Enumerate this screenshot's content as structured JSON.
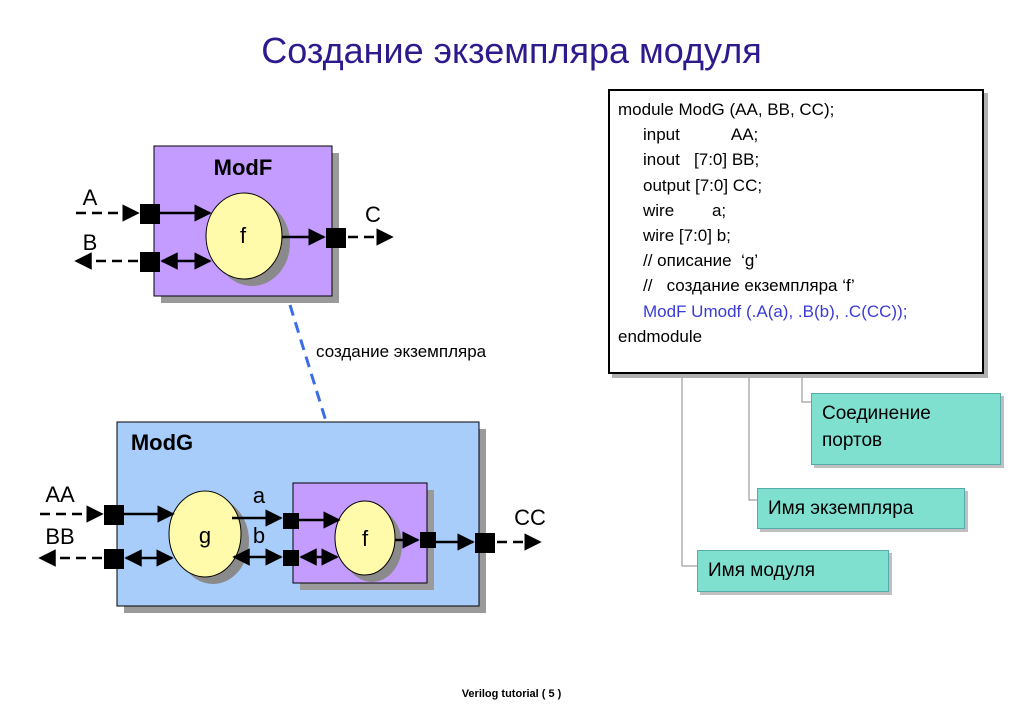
{
  "slide": {
    "title": "Создание экземпляра модуля",
    "footer": "Verilog tutorial  ( 5 )"
  },
  "modf": {
    "title": "ModF",
    "inner": "f",
    "port_a": "A",
    "port_b": "B",
    "port_c": "C"
  },
  "arrow_label": "создание экземпляра",
  "modg": {
    "title": "ModG",
    "inner_g": "g",
    "inner_f": "f",
    "port_aa": "AA",
    "port_bb": "BB",
    "port_cc": "CC",
    "wire_a": "a",
    "wire_b": "b"
  },
  "code": {
    "lines": [
      "module ModG (AA, BB, CC);",
      "input           AA;",
      "inout   [7:0] BB;",
      "output [7:0] CC;",
      "wire        a;",
      "wire [7:0] b;",
      "// описание  ‘g’",
      "//   создание екземпляра ‘f’",
      "ModF Umodf (.A(a), .B(b), .C(CC));",
      "endmodule"
    ]
  },
  "callouts": {
    "ports": "Соединение портов",
    "instance": "Имя экземпляра",
    "module": "Имя модуля"
  },
  "colors": {
    "title": "#2e1a8c",
    "modf_fill": "#c49bff",
    "modg_fill": "#a8cdfb",
    "inner_fill": "#fffbaa",
    "callout": "#7fe0d0",
    "dash_arrow": "#3a6ee8",
    "highlight": "#3b3bd6"
  }
}
